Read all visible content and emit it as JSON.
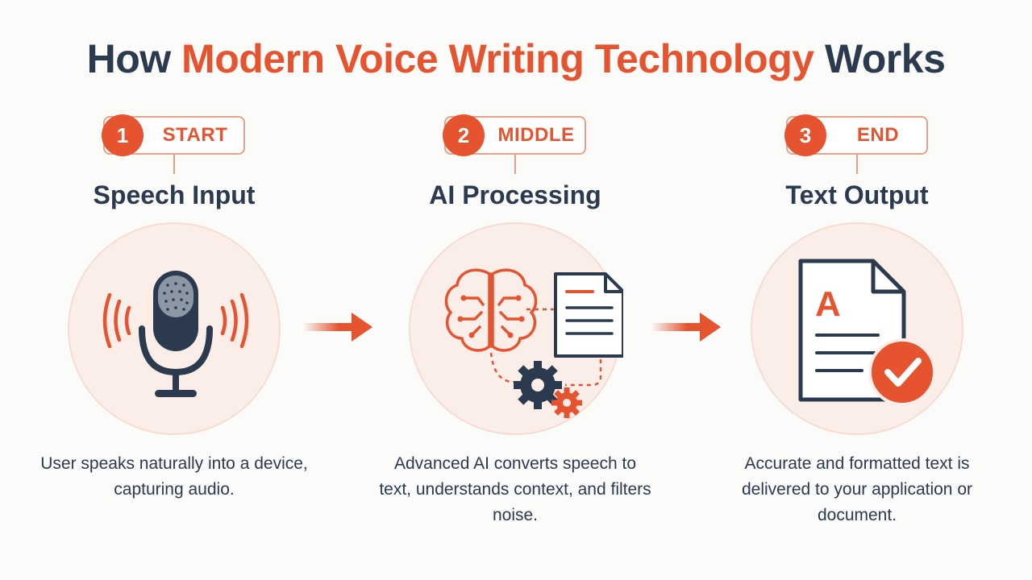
{
  "title": {
    "prefix": "How ",
    "highlight": "Modern Voice Writing Technology",
    "suffix": " Works"
  },
  "colors": {
    "accent": "#e5532f",
    "navy": "#2b3a4e",
    "circle_fill": "#fbeee8",
    "pill_border": "#e9a08a"
  },
  "steps": [
    {
      "number": "1",
      "stage": "START",
      "heading": "Speech Input",
      "icon": "microphone-icon",
      "description": "User speaks naturally into a device, capturing audio."
    },
    {
      "number": "2",
      "stage": "MIDDLE",
      "heading": "AI Processing",
      "icon": "brain-document-gears-icon",
      "description": "Advanced AI converts speech to text, understands context, and filters noise."
    },
    {
      "number": "3",
      "stage": "END",
      "heading": "Text Output",
      "icon": "document-checkmark-icon",
      "document_letter": "A",
      "description": "Accurate and formatted text is delivered to your application or document."
    }
  ]
}
